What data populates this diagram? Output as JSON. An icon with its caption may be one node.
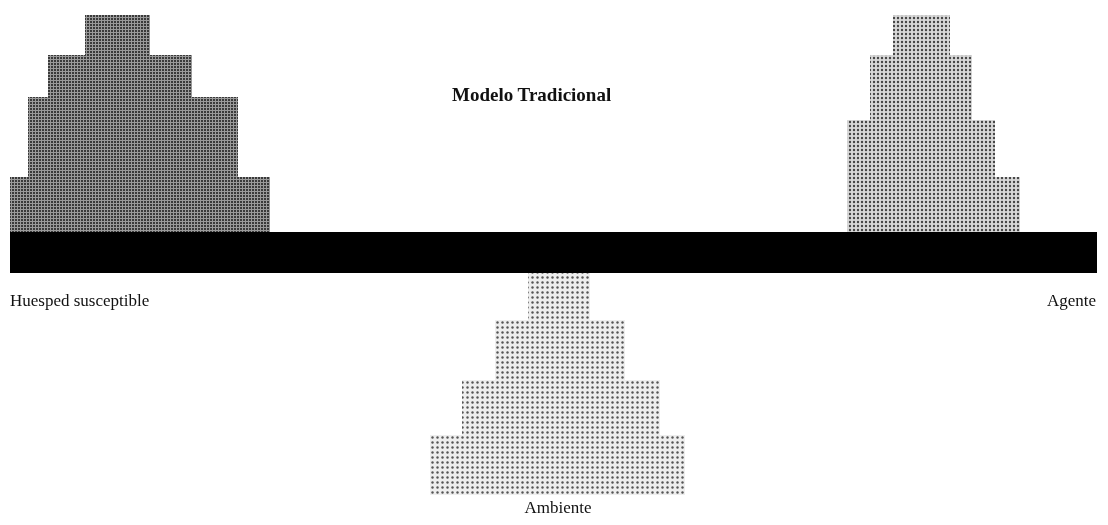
{
  "diagram": {
    "title": "Modelo Tradicional",
    "labels": [
      "Huesped susceptible",
      "Agente",
      "Ambiente"
    ]
  }
}
